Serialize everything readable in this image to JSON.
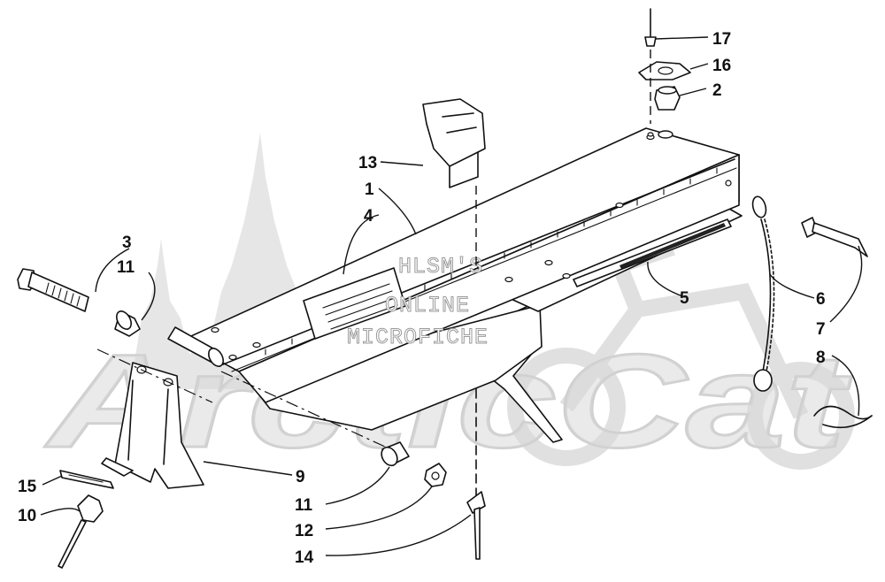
{
  "watermark": {
    "brand": "ArcticCat",
    "stamp_lines": [
      "HLSM'S",
      "ONLINE",
      "MICROFICHE"
    ]
  },
  "callouts": [
    {
      "id": "c1",
      "label": "1"
    },
    {
      "id": "c2",
      "label": "2"
    },
    {
      "id": "c3",
      "label": "3"
    },
    {
      "id": "c4",
      "label": "4"
    },
    {
      "id": "c5",
      "label": "5"
    },
    {
      "id": "c6",
      "label": "6"
    },
    {
      "id": "c7",
      "label": "7"
    },
    {
      "id": "c8",
      "label": "8"
    },
    {
      "id": "c9",
      "label": "9"
    },
    {
      "id": "c10",
      "label": "10"
    },
    {
      "id": "c11a",
      "label": "11"
    },
    {
      "id": "c11b",
      "label": "11"
    },
    {
      "id": "c12",
      "label": "12"
    },
    {
      "id": "c13",
      "label": "13"
    },
    {
      "id": "c14",
      "label": "14"
    },
    {
      "id": "c15",
      "label": "15"
    },
    {
      "id": "c16",
      "label": "16"
    },
    {
      "id": "c17",
      "label": "17"
    }
  ]
}
